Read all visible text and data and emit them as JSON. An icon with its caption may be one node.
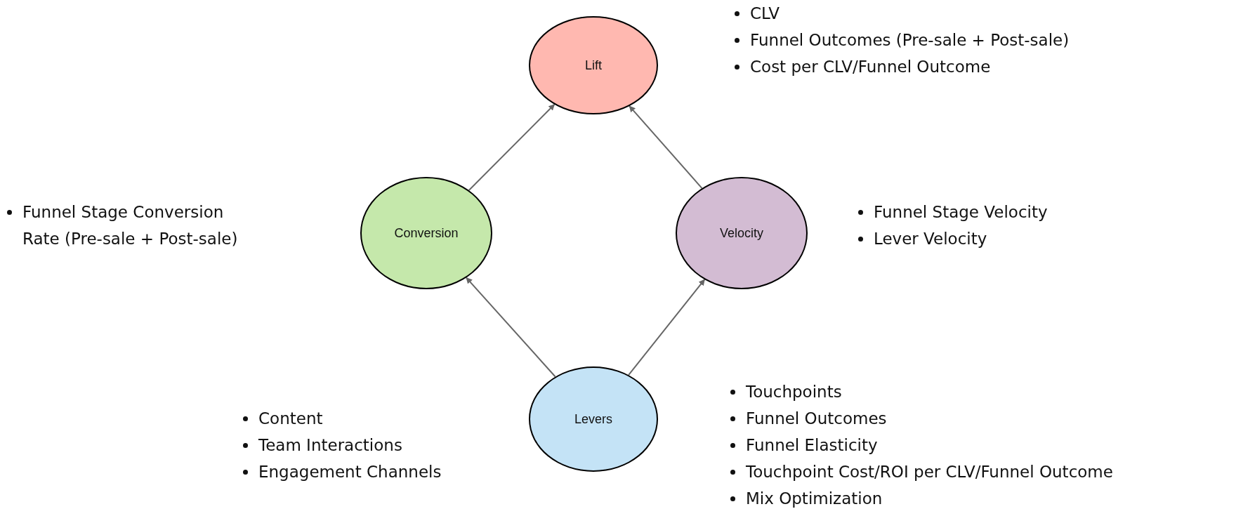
{
  "diagram": {
    "nodes": [
      {
        "text": [
          "Lift"
        ],
        "beside": [
          "CLV",
          "Funnel Outcomes (Pre-sale + Post-sale)",
          "Cost per CLV/Funnel Outcome"
        ]
      },
      {
        "text": [
          "Conversion"
        ]
      },
      {
        "text": [
          "Velocity"
        ],
        "beside": [
          "Funnel Stage Velocity",
          "Lever Velocity"
        ]
      },
      {
        "text": [
          "Levers"
        ],
        "beside": [
          "Content",
          "Team Interactions",
          "Engagement Channels",
          "Touchpoints",
          "Funnel Outcomes",
          "Funnel Elasticity",
          "Touchpoint Cost/ROI per CLV/Funnel Outcome",
          "Mix Optimization"
        ]
      }
    ],
    "edges": [
      {
        "from": 1,
        "to": 0,
        "arrow": "to"
      },
      {
        "from": 2,
        "to": 0,
        "arrow": "to"
      },
      {
        "from": 3,
        "to": 1,
        "arrow": "to"
      },
      {
        "from": 3,
        "to": 2,
        "arrow": "to"
      }
    ],
    "labels": [
      "Funnel Stage Conversion Rate (Pre-sale + Post-sale)"
    ]
  }
}
